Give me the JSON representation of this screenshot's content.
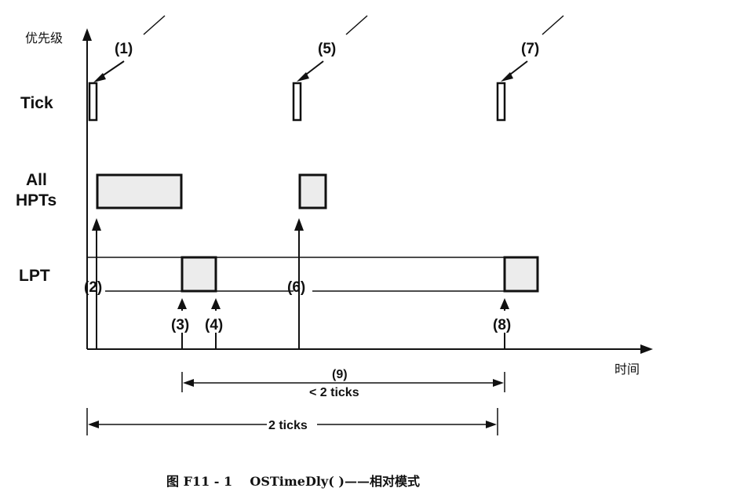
{
  "axes": {
    "y_label": "优先级",
    "x_label": "时间"
  },
  "rows": {
    "tick": "Tick",
    "hpts_line1": "All",
    "hpts_line2": "HPTs",
    "lpt": "LPT"
  },
  "markers": {
    "m1": "(1)",
    "m2": "(2)",
    "m3": "(3)",
    "m4": "(4)",
    "m5": "(5)",
    "m6": "(6)",
    "m7": "(7)",
    "m8": "(8)",
    "m9": "(9)"
  },
  "durations": {
    "short": "< 2 ticks",
    "full": "2 ticks"
  },
  "caption": "图 F11 - 1    OSTimeDly( )——相对模式"
}
